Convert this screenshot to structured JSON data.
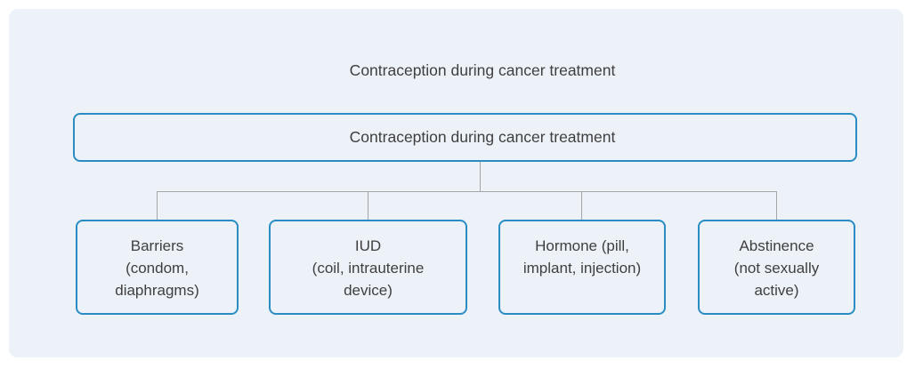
{
  "title": "Contraception during cancer treatment",
  "diagram": {
    "root": {
      "label": "Contraception during cancer treatment"
    },
    "children": [
      {
        "label": "Barriers\n(condom,\ndiaphragms)"
      },
      {
        "label": "IUD\n(coil, intrauterine\ndevice)"
      },
      {
        "label": "Hormone (pill,\nimplant, injection)"
      },
      {
        "label": "Abstinence\n(not sexually\nactive)"
      }
    ]
  },
  "colors": {
    "node_border": "#298dc4",
    "panel_background": "#edf2f9",
    "connector_line": "#a6a6a6",
    "text": "#3f3f3f"
  }
}
